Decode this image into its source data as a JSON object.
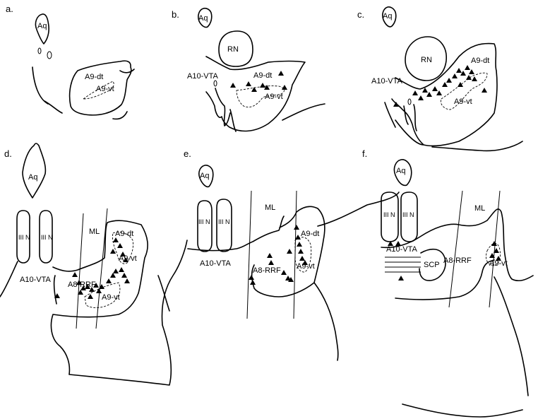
{
  "panels": {
    "a": {
      "letter": "a.",
      "labels": {
        "aq": "Aq",
        "a9dt": "A9-dt",
        "a9vt": "A9-vt"
      }
    },
    "b": {
      "letter": "b.",
      "labels": {
        "aq": "Aq",
        "rn": "RN",
        "a10": "A10-VTA",
        "a9dt": "A9-dt",
        "a9vt": "A9-vt"
      }
    },
    "c": {
      "letter": "c.",
      "labels": {
        "aq": "Aq",
        "rn": "RN",
        "a10": "A10-VTA",
        "a9dt": "A9-dt",
        "a9vt": "A9-vt"
      }
    },
    "d": {
      "letter": "d.",
      "labels": {
        "aq": "Aq",
        "iiin1": "III N",
        "iiin2": "III N",
        "ml": "ML",
        "a9dt": "A9-dt",
        "a9vt_upper": "A9-vt",
        "a10": "A10-VTA",
        "a8": "A8-RRF",
        "a9vt_lower": "A9-vt"
      }
    },
    "e": {
      "letter": "e.",
      "labels": {
        "aq": "Aq",
        "iiin1": "III N",
        "iiin2": "III N",
        "ml": "ML",
        "a9dt": "A9-dt",
        "a10": "A10-VTA",
        "a8": "A8-RRF",
        "a9vt": "A9-vt"
      }
    },
    "f": {
      "letter": "f.",
      "labels": {
        "aq": "Aq",
        "iiin1": "III N",
        "iiin2": "III N",
        "ml": "ML",
        "a10": "A10-VTA",
        "scp": "SCP",
        "a8": "A8-RRF",
        "a9vt": "A9-vt"
      }
    }
  }
}
